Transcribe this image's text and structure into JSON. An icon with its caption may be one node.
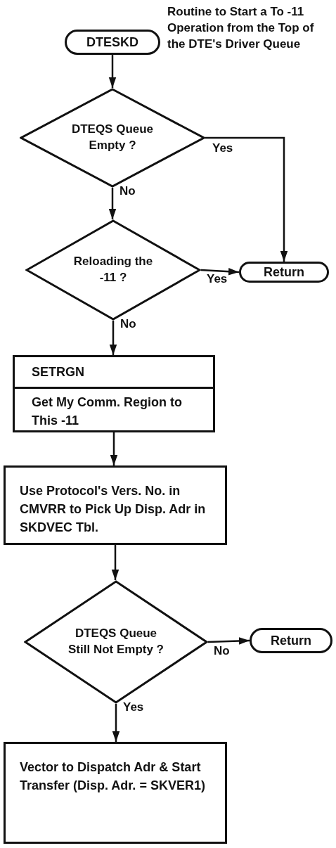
{
  "diagram": {
    "nodes": [
      {
        "text": [
          "DTESKD"
        ],
        "beside": [
          "Routine to Start a To -11 Operation from the Top of the DTE's Driver Queue"
        ]
      },
      {
        "text": [
          "DTEQS Queue Empty ?"
        ]
      },
      {
        "text": [
          "Reloading the -11 ?"
        ]
      },
      {
        "text": [
          "Return"
        ]
      },
      {
        "text": [
          "SETRGN",
          "Get My Comm. Region to This -11"
        ]
      },
      {
        "text": [
          "Use Protocol's Vers. No. in CMVRR to Pick Up Disp. Adr in SKDVEC Tbl."
        ]
      },
      {
        "text": [
          "DTEQS Queue Still Not Empty ?"
        ]
      },
      {
        "text": [
          "Return"
        ]
      },
      {
        "text": [
          "Vector to Dispatch Adr & Start Transfer (Disp. Adr. = SKVER1)"
        ]
      }
    ],
    "edges": [
      {
        "from": 0,
        "to": 1,
        "arrow": "to"
      },
      {
        "from": 1,
        "to": 3,
        "arrow": "to",
        "label": "Yes"
      },
      {
        "from": 1,
        "to": 2,
        "arrow": "to",
        "label": "No"
      },
      {
        "from": 2,
        "to": 3,
        "arrow": "to",
        "label": "Yes"
      },
      {
        "from": 2,
        "to": 4,
        "arrow": "to",
        "label": "No"
      },
      {
        "from": 4,
        "to": 5,
        "arrow": "to"
      },
      {
        "from": 5,
        "to": 6,
        "arrow": "to"
      },
      {
        "from": 6,
        "to": 7,
        "arrow": "to",
        "label": "No"
      },
      {
        "from": 6,
        "to": 8,
        "arrow": "to",
        "label": "Yes"
      }
    ]
  }
}
